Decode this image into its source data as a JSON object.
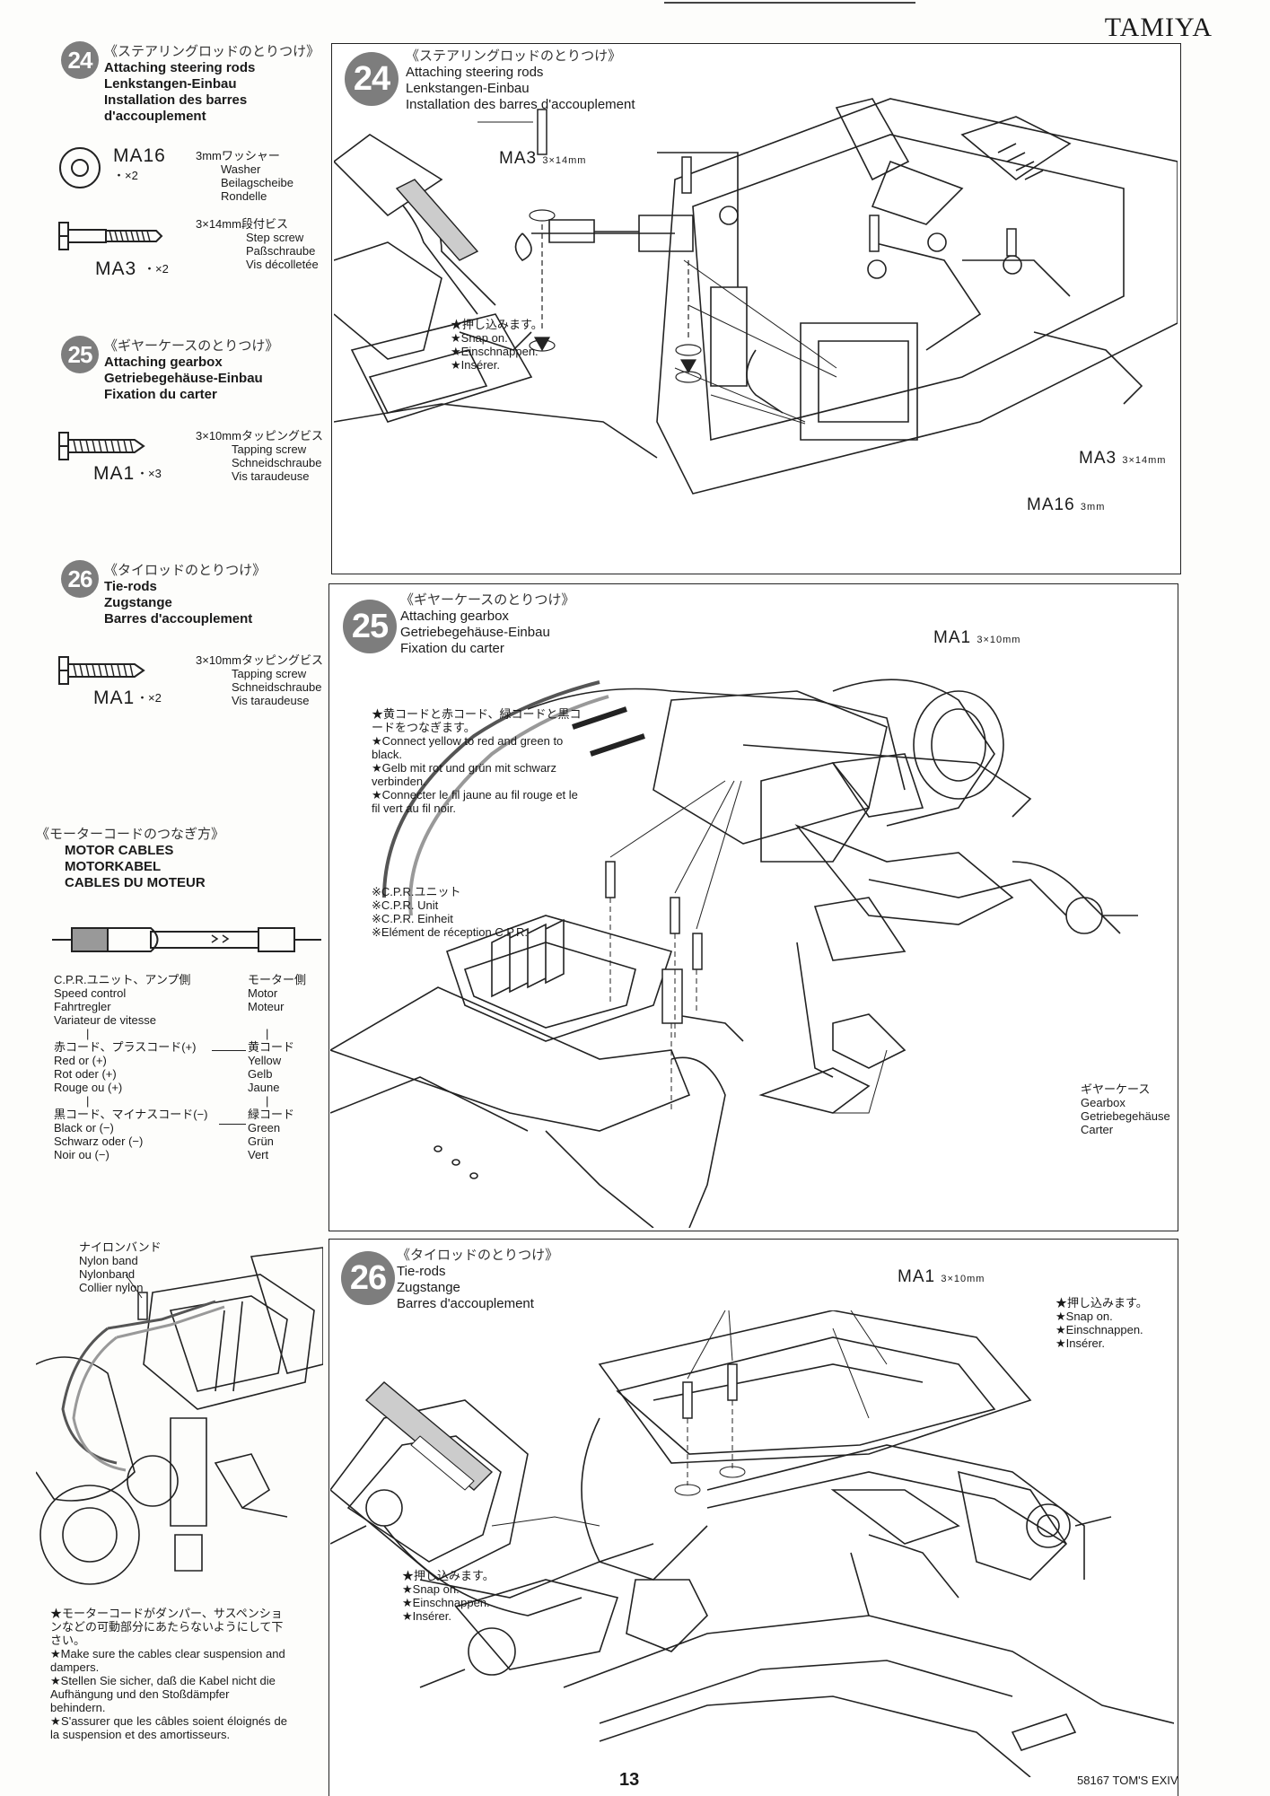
{
  "header": {
    "brand": "TAMIYA"
  },
  "footer": {
    "page": "13",
    "model": "58167 TOM'S EXIV"
  },
  "sidebar": {
    "step24": {
      "num": "24",
      "jp": "《ステアリングロッドのとりつけ》",
      "en": "Attaching steering rods",
      "de": "Lenkstangen-Einbau",
      "fr": "Installation des barres d'accouplement"
    },
    "ma16": {
      "code": "MA16",
      "qty": "・×2",
      "jp": "3mmワッシャー",
      "en": "Washer",
      "de": "Beilagscheibe",
      "fr": "Rondelle"
    },
    "ma3": {
      "code": "MA3",
      "qty": "・×2",
      "jp": "3×14mm段付ビス",
      "en": "Step screw",
      "de": "Paßschraube",
      "fr": "Vis décolletée"
    },
    "step25": {
      "num": "25",
      "jp": "《ギヤーケースのとりつけ》",
      "en": "Attaching gearbox",
      "de": "Getriebegehäuse-Einbau",
      "fr": "Fixation du carter"
    },
    "ma1a": {
      "code": "MA1",
      "qty": "・×3",
      "jp": "3×10mmタッピングビス",
      "en": "Tapping screw",
      "de": "Schneidschraube",
      "fr": "Vis taraudeuse"
    },
    "step26": {
      "num": "26",
      "jp": "《タイロッドのとりつけ》",
      "en": "Tie-rods",
      "de": "Zugstange",
      "fr": "Barres d'accouplement"
    },
    "ma1b": {
      "code": "MA1",
      "qty": "・×2",
      "jp": "3×10mmタッピングビス",
      "en": "Tapping screw",
      "de": "Schneidschraube",
      "fr": "Vis taraudeuse"
    },
    "motor": {
      "jp": "《モーターコードのつなぎ方》",
      "en": "MOTOR CABLES",
      "de": "MOTORKABEL",
      "fr": "CABLES DU MOTEUR",
      "left_jp": "C.P.R.ユニット、アンプ側",
      "left_en": "Speed control",
      "left_de": "Fahrtregler",
      "left_fr": "Variateur de vitesse",
      "right_jp": "モーター側",
      "right_en": "Motor",
      "right_fr": "Moteur",
      "red_jp": "赤コード、プラスコード(+)",
      "red_en": "Red or (+)",
      "red_de": "Rot oder (+)",
      "red_fr": "Rouge ou (+)",
      "yellow_jp": "黄コード",
      "yellow_en": "Yellow",
      "yellow_de": "Gelb",
      "yellow_fr": "Jaune",
      "black_jp": "黒コード、マイナスコード(−)",
      "black_en": "Black or (−)",
      "black_de": "Schwarz oder (−)",
      "black_fr": "Noir ou (−)",
      "green_jp": "緑コード",
      "green_en": "Green",
      "green_de": "Grün",
      "green_fr": "Vert"
    },
    "nylon": {
      "jp": "ナイロンバンド",
      "en": "Nylon band",
      "de": "Nylonband",
      "fr": "Collier nylon"
    },
    "cable_note": {
      "jp": "★モーターコードがダンパー、サスペンションなどの可動部分にあたらないようにして下さい。",
      "en": "★Make sure the cables clear suspension and dampers.",
      "de": "★Stellen Sie sicher, daß die Kabel nicht die Aufhängung und den Stoßdämpfer behindern.",
      "fr": "★S'assurer que les câbles soient éloignés de la suspension et des amortisseurs."
    }
  },
  "panel24": {
    "num": "24",
    "jp": "《ステアリングロッドのとりつけ》",
    "en": "Attaching steering rods",
    "de": "Lenkstangen-Einbau",
    "fr": "Installation des barres d'accouplement",
    "ma3_top": "MA3",
    "ma3_top_size": "3×14mm",
    "ma3_right": "MA3",
    "ma3_right_size": "3×14mm",
    "ma16": "MA16",
    "ma16_size": "3mm",
    "snap_jp": "★押し込みます。",
    "snap_en": "★Snap on.",
    "snap_de": "★Einschnappen.",
    "snap_fr": "★Insérer."
  },
  "panel25": {
    "num": "25",
    "jp": "《ギヤーケースのとりつけ》",
    "en": "Attaching gearbox",
    "de": "Getriebegehäuse-Einbau",
    "fr": "Fixation du carter",
    "ma1": "MA1",
    "ma1_size": "3×10mm",
    "connect_jp": "★黄コードと赤コード、緑コードと黒コードをつなぎます。",
    "connect_en": "★Connect yellow to red and green to black.",
    "connect_de": "★Gelb mit rot und grün mit schwarz verbinden.",
    "connect_fr": "★Connecter le fil jaune au fil rouge et le fil vert au fil noir.",
    "cpr_jp": "※C.P.R.ユニット",
    "cpr_en": "※C.P.R. Unit",
    "cpr_de": "※C.P.R. Einheit",
    "cpr_fr": "※Elément de réception C.P.R.",
    "gear_jp": "ギヤーケース",
    "gear_en": "Gearbox",
    "gear_de": "Getriebegehäuse",
    "gear_fr": "Carter"
  },
  "panel26": {
    "num": "26",
    "jp": "《タイロッドのとりつけ》",
    "en": "Tie-rods",
    "de": "Zugstange",
    "fr": "Barres d'accouplement",
    "ma1": "MA1",
    "ma1_size": "3×10mm",
    "snap_jp": "★押し込みます。",
    "snap_en": "★Snap on.",
    "snap_de": "★Einschnappen.",
    "snap_fr": "★Insérer."
  }
}
